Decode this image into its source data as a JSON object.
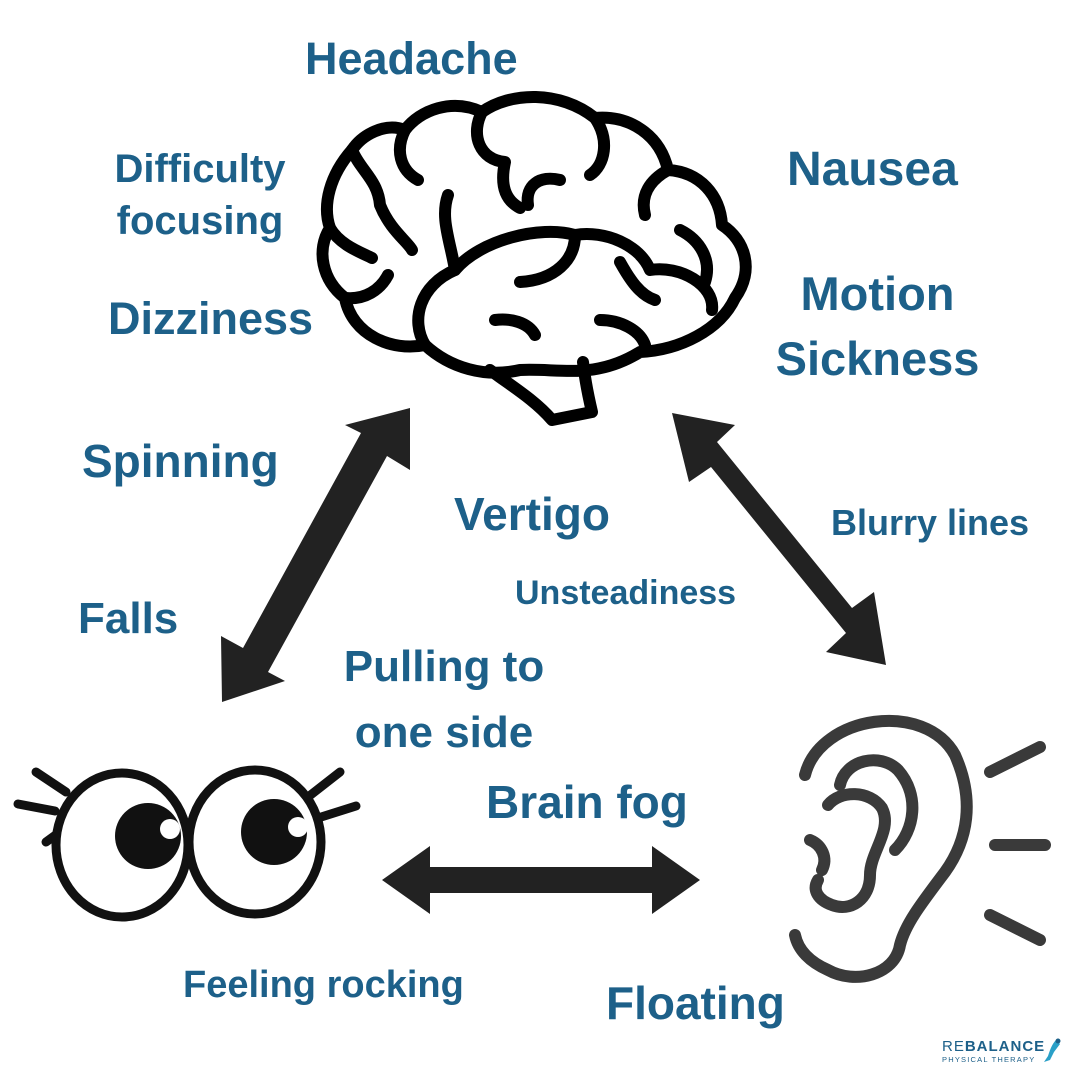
{
  "theme": {
    "label_color": "#1d6089",
    "icon_color": "#000000",
    "arrow_color": "#222222",
    "ear_color": "#3a3a3a"
  },
  "icons": [
    "brain-icon",
    "eyes-icon",
    "ear-icon",
    "double-arrow-icon"
  ],
  "labels": {
    "headache": "Headache",
    "difficulty_focusing_1": "Difficulty",
    "difficulty_focusing_2": "focusing",
    "dizziness": "Dizziness",
    "nausea": "Nausea",
    "motion_sickness_1": "Motion",
    "motion_sickness_2": "Sickness",
    "spinning": "Spinning",
    "vertigo": "Vertigo",
    "blurry_lines": "Blurry lines",
    "unsteadiness": "Unsteadiness",
    "falls": "Falls",
    "pulling_1": "Pulling to",
    "pulling_2": "one side",
    "brain_fog": "Brain fog",
    "feeling_rocking": "Feeling rocking",
    "floating": "Floating"
  },
  "logo": {
    "brand_prefix": "RE",
    "brand_main": "BALANCE",
    "tagline": "PHYSICAL THERAPY"
  }
}
